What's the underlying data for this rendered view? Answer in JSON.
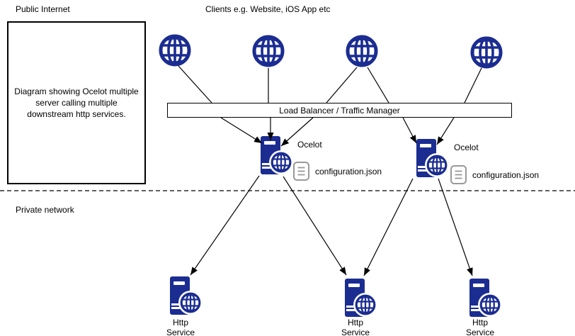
{
  "labels": {
    "public_internet": "Public Internet",
    "clients_title": "Clients e.g. Website, iOS App etc",
    "private_network": "Private network"
  },
  "note_box": {
    "text": "Diagram showing Ocelot multiple server calling multiple downstream http services."
  },
  "load_balancer": {
    "label": "Load Balancer / Traffic Manager"
  },
  "gateways": [
    {
      "label": "Ocelot",
      "config_file": "configuration.json"
    },
    {
      "label": "Ocelot",
      "config_file": "configuration.json"
    }
  ],
  "services": [
    {
      "label": "Http Service"
    },
    {
      "label": "Http Service"
    },
    {
      "label": "Http Service"
    }
  ],
  "icons": {
    "client": "globe-icon",
    "gateway_server": "server-globe-icon",
    "http_service": "server-globe-icon",
    "config": "document-icon"
  },
  "colors": {
    "icon_navy": "#1B2D91",
    "line_black": "#000000",
    "document_gray": "#999999",
    "background": "#FFFFFF"
  }
}
